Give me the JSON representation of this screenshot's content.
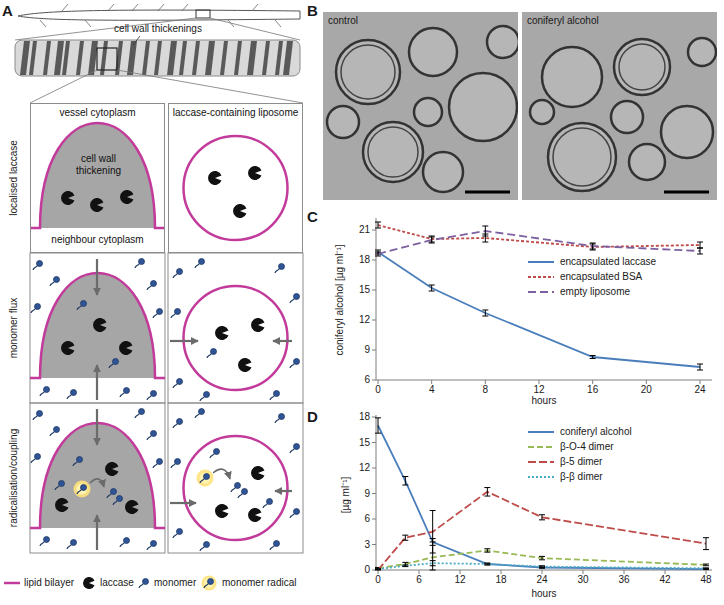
{
  "diagram": {
    "nodes": [
      {
        "text": [
          "vessel cytoplasm",
          "cell wall thickening",
          "neighbour cytoplasm"
        ]
      },
      {
        "text": [
          "laccase-containing liposome"
        ]
      }
    ],
    "labels": [
      "A",
      "cell wall thickenings",
      "localised laccase",
      "monomer flux",
      "radicalisation/coupling",
      "B",
      "control",
      "coniferyl alcohol",
      "C",
      "coniferyl alcohol [µg ml⁻¹]",
      "6",
      "9",
      "12",
      "15",
      "18",
      "21",
      "0",
      "4",
      "8",
      "12",
      "16",
      "20",
      "24",
      "hours",
      "D",
      "[µg ml⁻¹]",
      "0",
      "3",
      "6",
      "9",
      "12",
      "15",
      "18",
      "0",
      "6",
      "12",
      "18",
      "24",
      "30",
      "36",
      "42",
      "48",
      "hours"
    ],
    "legend": [
      {
        "text": "lipid bilayer"
      },
      {
        "text": "laccase"
      },
      {
        "text": "monomer"
      },
      {
        "text": "monomer radical"
      },
      {
        "text": "encapsulated laccase"
      },
      {
        "text": "encapsulated BSA"
      },
      {
        "text": "empty liposome"
      },
      {
        "text": "coniferyl alcohol"
      },
      {
        "text": "β-O-4 dimer"
      },
      {
        "text": "β-5 dimer"
      },
      {
        "text": "β-β dimer"
      }
    ]
  }
}
